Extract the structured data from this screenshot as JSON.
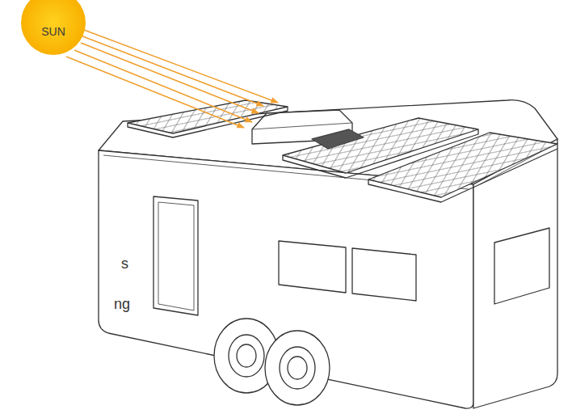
{
  "diagram": {
    "nodes": [
      {
        "text": [
          "SUN"
        ]
      }
    ],
    "labels": [
      "s",
      "ng"
    ]
  }
}
